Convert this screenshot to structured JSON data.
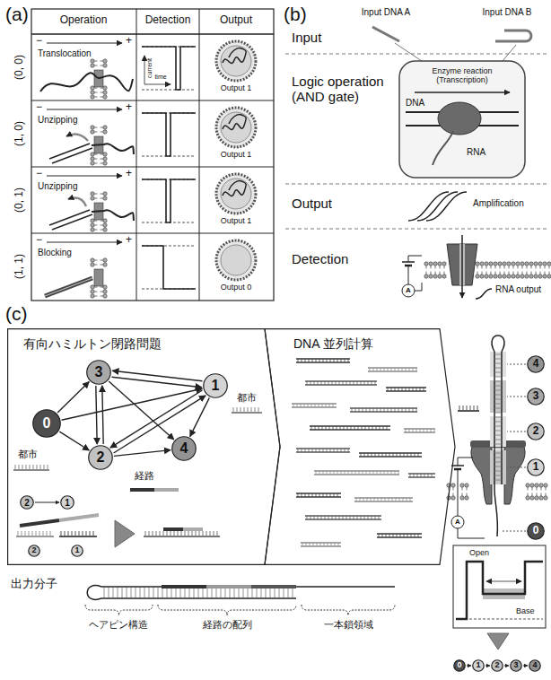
{
  "diagram": {
    "nodes": [
      {
        "text": [
          "有向ハミルトン閉路問題"
        ]
      },
      {
        "text": [
          "DNA 並列計算"
        ]
      },
      {
        "text": [
          "0"
        ],
        "in": 0
      },
      {
        "text": [
          "1"
        ],
        "in": 0
      },
      {
        "text": [
          "2"
        ],
        "in": 0
      },
      {
        "text": [
          "3"
        ],
        "in": 0
      },
      {
        "text": [
          "4"
        ],
        "in": 0
      },
      {
        "text": [
          "2"
        ],
        "in": 0
      },
      {
        "text": [
          "1"
        ],
        "in": 0
      },
      {
        "text": [
          "2"
        ],
        "in": 0
      },
      {
        "text": [
          "1"
        ],
        "in": 0
      },
      {
        "text": [
          "4"
        ]
      },
      {
        "text": [
          "3"
        ]
      },
      {
        "text": [
          "2"
        ]
      },
      {
        "text": [
          "1"
        ]
      },
      {
        "text": [
          "0"
        ]
      },
      {
        "text": [
          "0"
        ]
      },
      {
        "text": [
          "1"
        ]
      },
      {
        "text": [
          "2"
        ]
      },
      {
        "text": [
          "3"
        ]
      },
      {
        "text": [
          "4"
        ]
      }
    ],
    "edges": [
      {
        "from": 2,
        "to": 5,
        "arrow": "to"
      },
      {
        "from": 2,
        "to": 3,
        "arrow": "to"
      },
      {
        "from": 2,
        "to": 4,
        "arrow": "to"
      },
      {
        "from": 5,
        "to": 3,
        "arrow": "to"
      },
      {
        "from": 3,
        "to": 5,
        "arrow": "to"
      },
      {
        "from": 4,
        "to": 5,
        "arrow": "to"
      },
      {
        "from": 5,
        "to": 4,
        "arrow": "to"
      },
      {
        "from": 3,
        "to": 4,
        "arrow": "to"
      },
      {
        "from": 4,
        "to": 3,
        "arrow": "to"
      },
      {
        "from": 5,
        "to": 6,
        "arrow": "to"
      },
      {
        "from": 3,
        "to": 6,
        "arrow": "to"
      },
      {
        "from": 4,
        "to": 6,
        "arrow": "to"
      },
      {
        "from": 7,
        "to": 8,
        "arrow": "to"
      },
      {
        "from": 16,
        "to": 17,
        "arrow": "to"
      },
      {
        "from": 17,
        "to": 18,
        "arrow": "to"
      },
      {
        "from": 18,
        "to": 19,
        "arrow": "to"
      },
      {
        "from": 19,
        "to": 20,
        "arrow": "to"
      }
    ],
    "labels": [
      "(a)",
      "Operation",
      "Detection",
      "Output",
      "(0, 0)",
      "(1, 0)",
      "(0, 1)",
      "(1, 1)",
      "−",
      "+",
      "Translocation",
      "current",
      "time",
      "Output 1",
      "−",
      "+",
      "Unzipping",
      "Output 1",
      "−",
      "+",
      "Unzipping",
      "Output 1",
      "−",
      "+",
      "Blocking",
      "Output 0",
      "(b)",
      "Input",
      "Input DNA A",
      "Input DNA B",
      "Logic operation (AND gate)",
      "Enzyme reaction (Transcription)",
      "DNA",
      "RNA",
      "Output",
      "Amplification",
      "Detection",
      "A",
      "RNA output",
      "(c)",
      "都市",
      "都市",
      "経路",
      "出力分子",
      "ヘアピン構造",
      "経路の配列",
      "一本鎖領域",
      "A",
      "Open",
      "Base"
    ]
  }
}
